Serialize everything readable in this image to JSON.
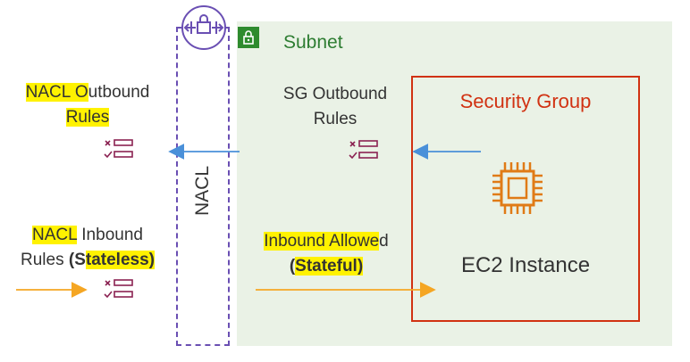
{
  "subnet": {
    "label": "Subnet"
  },
  "nacl": {
    "label": "NACL",
    "outbound_line1_hl": "NACL O",
    "outbound_line1_rest": "utbound",
    "outbound_line2_hl": "Rules",
    "inbound_line1_hl": "NACL",
    "inbound_line1_rest": " Inbound",
    "inbound_line2_plain": "Rules ",
    "inbound_line2_bold_open": "(S",
    "inbound_line2_bold_hl": "tateless)"
  },
  "sg": {
    "outbound_line1": "SG Outbound",
    "outbound_line2": "Rules",
    "inbound_line1_hl": "Inbound Allowe",
    "inbound_line1_rest": "d",
    "inbound_line2_open": "(",
    "inbound_line2_hl": "Stateful)",
    "label": "Security Group"
  },
  "ec2": {
    "label": "EC2 Instance"
  },
  "colors": {
    "subnet_fill": "#eaf2e6",
    "subnet_green": "#2e8b2e",
    "nacl_purple": "#6a4fb3",
    "sg_red": "#d13212",
    "ec2_orange": "#e07b16",
    "arrow_blue": "#4a90d9",
    "arrow_orange": "#f5a623",
    "rules_maroon": "#8b2252",
    "highlight": "#fff200"
  }
}
